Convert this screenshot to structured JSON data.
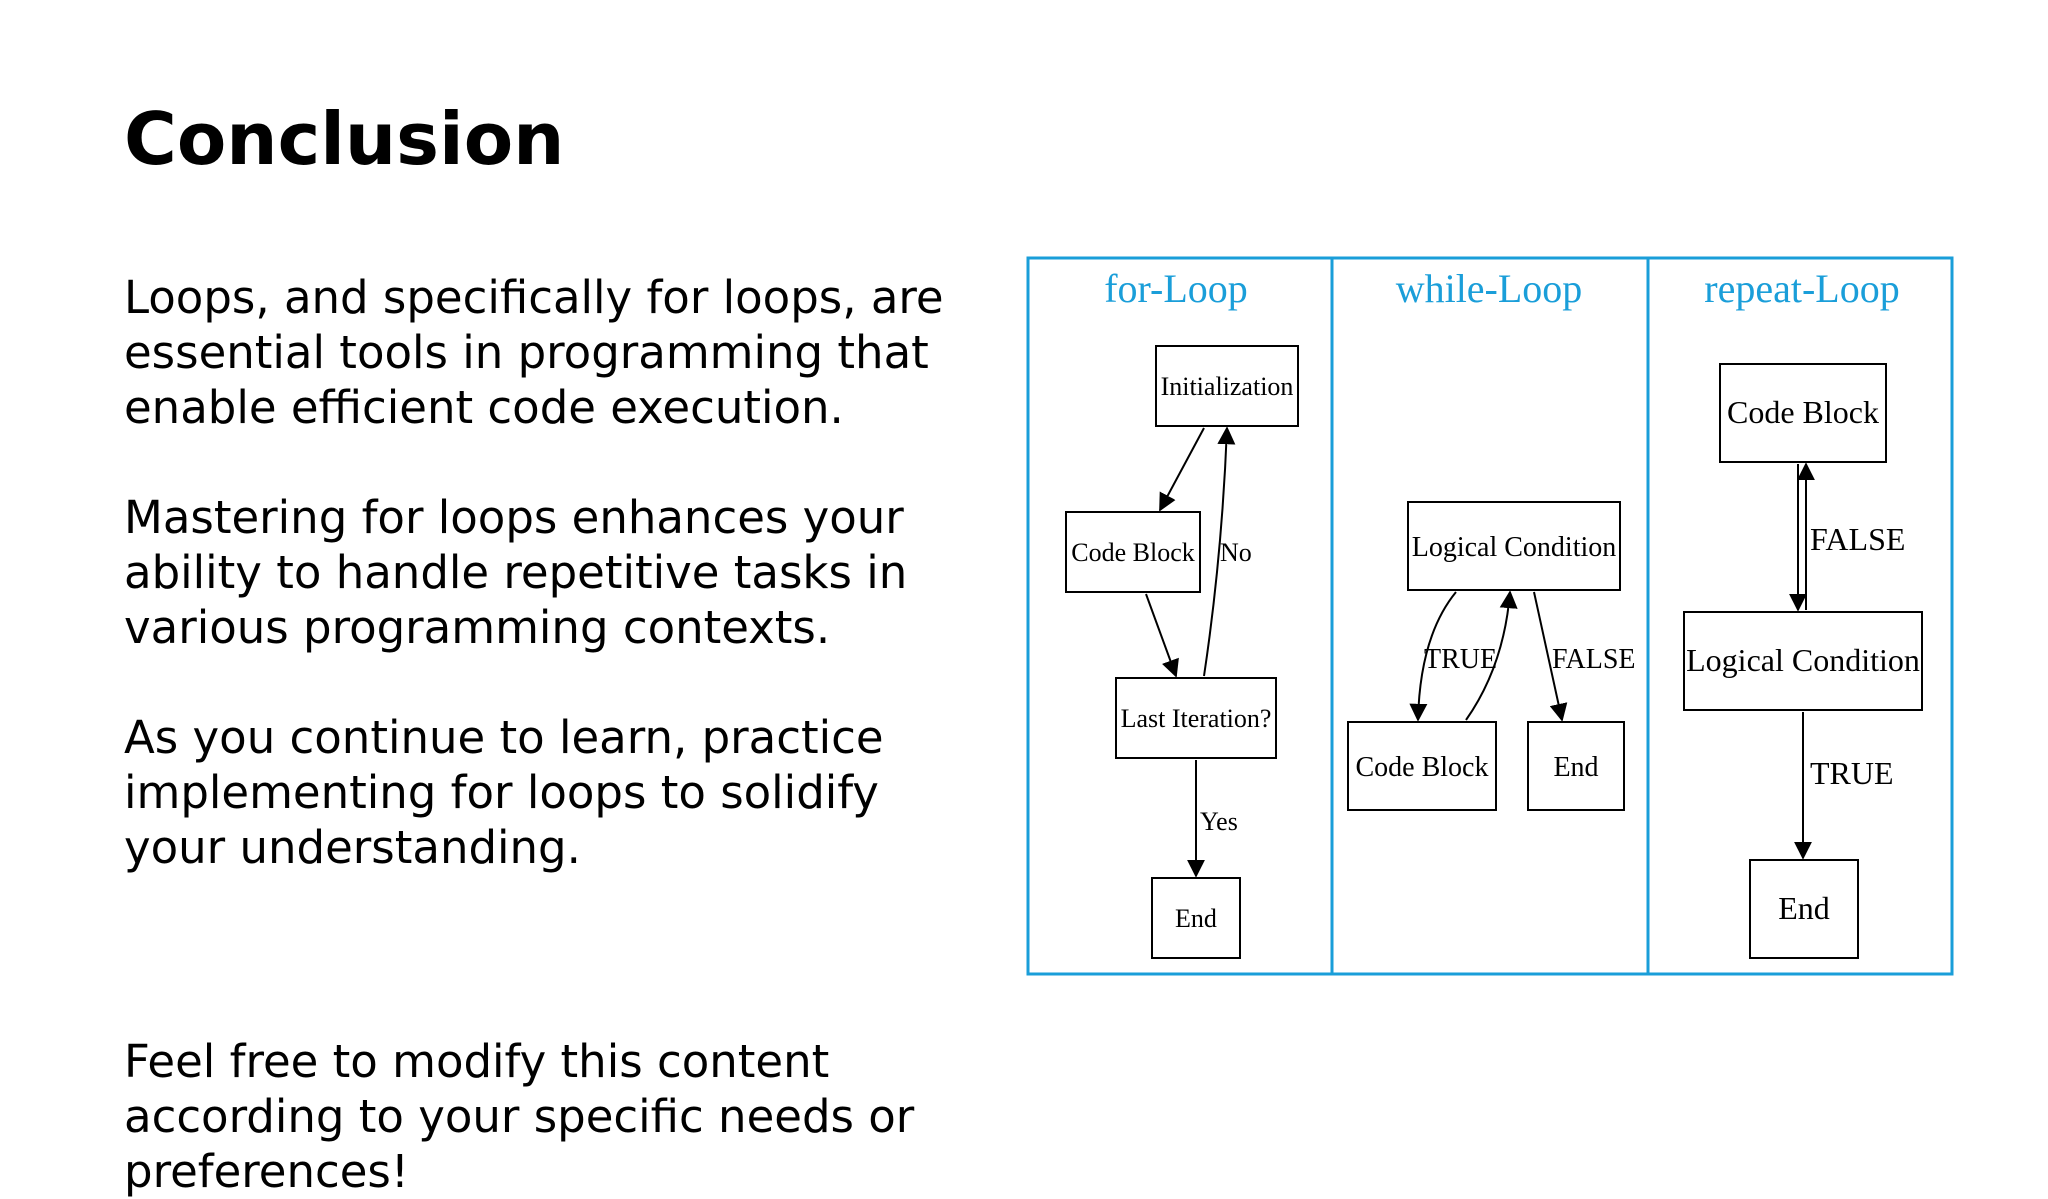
{
  "slide": {
    "title": "Conclusion",
    "paragraphs": [
      "Loops, and specifically for loops, are essential tools in programming that enable efficient code execution.",
      "Mastering for loops enhances your ability to handle repetitive tasks in various programming contexts.",
      "As you continue to learn, practice implementing for loops to solidify your understanding."
    ],
    "footer": "Feel free to modify this content according to your specific needs or preferences!"
  },
  "figure": {
    "border_color": "#1a9ed9",
    "panels": [
      {
        "title": "for-Loop",
        "nodes": [
          "Initialization",
          "Code Block",
          "Last Iteration?",
          "End"
        ],
        "edge_labels": [
          "No",
          "Yes"
        ]
      },
      {
        "title": "while-Loop",
        "nodes": [
          "Logical Condition",
          "Code Block",
          "End"
        ],
        "edge_labels": [
          "TRUE",
          "FALSE"
        ]
      },
      {
        "title": "repeat-Loop",
        "nodes": [
          "Code Block",
          "Logical Condition",
          "End"
        ],
        "edge_labels": [
          "FALSE",
          "TRUE"
        ]
      }
    ]
  }
}
